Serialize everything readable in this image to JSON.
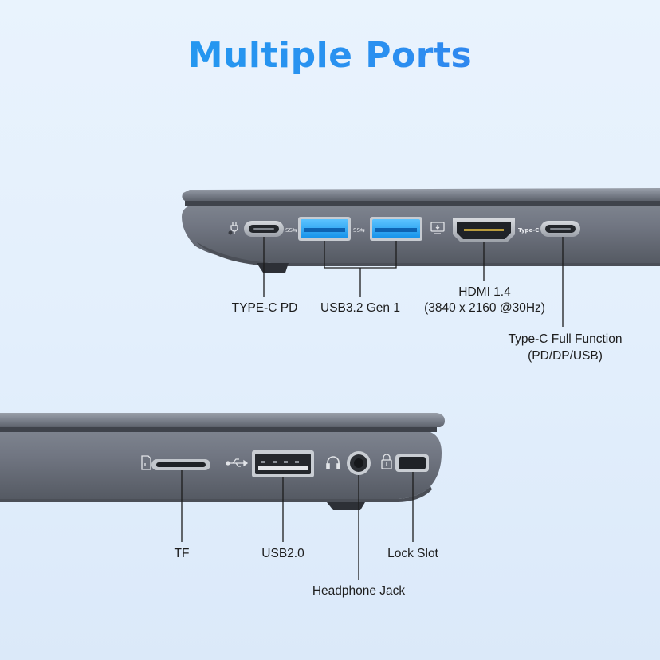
{
  "title": "Multiple Ports",
  "colors": {
    "title_start": "#1e9ef0",
    "title_end": "#3b74ec",
    "usb3_port": "#2aa5f5",
    "laptop_body": "#6e7380"
  },
  "laptop_right_side": {
    "port_text": "Type-C",
    "labels": {
      "typec_pd": "TYPE-C PD",
      "usb3": "USB3.2 Gen 1",
      "hdmi_line1": "HDMI 1.4",
      "hdmi_line2": "(3840 x 2160 @30Hz)",
      "typec_full_line1": "Type-C Full Function",
      "typec_full_line2": "(PD/DP/USB)"
    },
    "icons": [
      "power-plug-icon",
      "ss-usb-icon",
      "display-out-icon"
    ]
  },
  "laptop_left_side": {
    "labels": {
      "tf": "TF",
      "usb2": "USB2.0",
      "headphone": "Headphone Jack",
      "lock": "Lock Slot"
    },
    "icons": [
      "sd-card-icon",
      "usb-trident-icon",
      "headphone-icon",
      "lock-icon"
    ]
  }
}
